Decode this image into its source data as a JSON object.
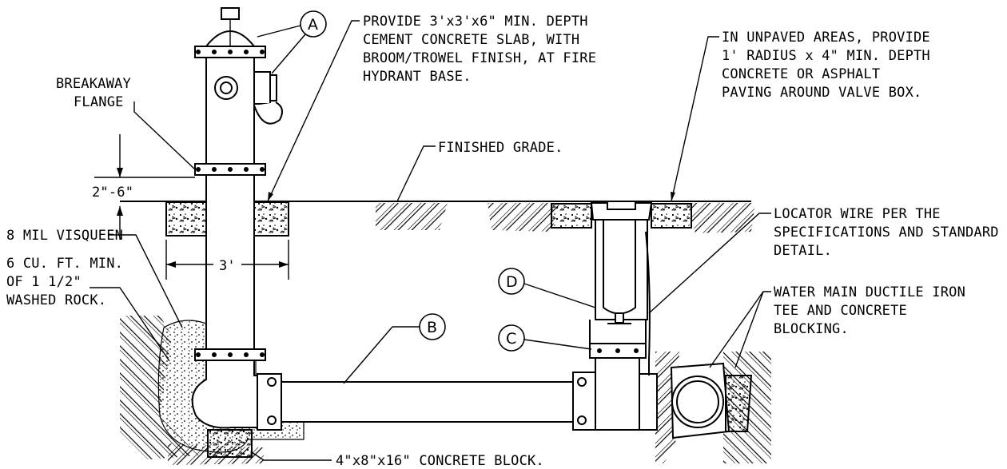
{
  "callouts": {
    "a": "A",
    "b": "B",
    "c": "C",
    "d": "D"
  },
  "notes": {
    "slab": [
      "PROVIDE 3'x3'x6\" MIN. DEPTH",
      "CEMENT CONCRETE SLAB, WITH",
      "BROOM/TROWEL FINISH, AT FIRE",
      "HYDRANT BASE."
    ],
    "paving": [
      "IN UNPAVED AREAS, PROVIDE",
      "1' RADIUS x 4\" MIN. DEPTH",
      "CONCRETE OR ASPHALT",
      "PAVING AROUND VALVE BOX."
    ],
    "breakaway": [
      "BREAKAWAY",
      "FLANGE"
    ],
    "grade": "FINISHED GRADE.",
    "height": "2\"-6\"",
    "locator": [
      "LOCATOR WIRE PER THE",
      "SPECIFICATIONS AND STANDARD",
      "DETAIL."
    ],
    "visqueen": "8 MIL VISQUEEN",
    "rock": [
      "6 CU. FT. MIN.",
      "OF 1 1/2\"",
      "WASHED ROCK."
    ],
    "slab_width": "3'",
    "main": [
      "WATER MAIN DUCTILE IRON",
      "TEE AND CONCRETE",
      "BLOCKING."
    ],
    "block": "4\"x8\"x16\" CONCRETE BLOCK."
  }
}
